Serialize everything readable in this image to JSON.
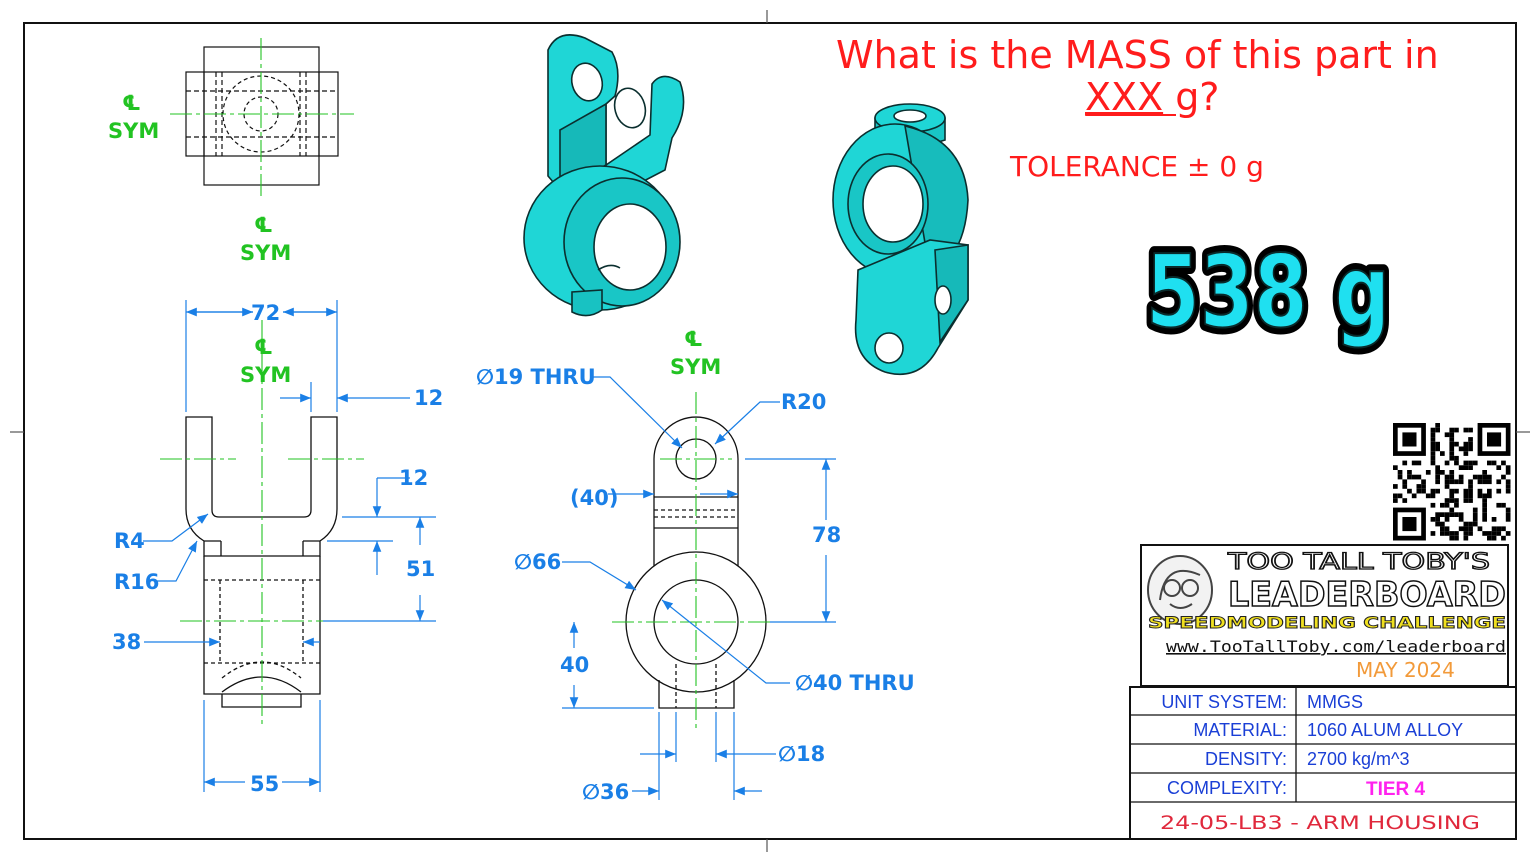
{
  "question": {
    "line1": "What is the MASS of this part in",
    "line2_underlined": "XXX",
    "line2_rest": " g?",
    "tolerance": "TOLERANCE ± 0 g"
  },
  "answer": "538 g",
  "centerline": {
    "symbol": "℄",
    "label": "SYM"
  },
  "dimensions": {
    "d72": "72",
    "d12_top": "12",
    "d12_mid": "12",
    "d51": "51",
    "d38": "38",
    "d55": "55",
    "r4": "R4",
    "r16": "R16",
    "hole19": "∅19 THRU",
    "r20": "R20",
    "d40_ref": "(40)",
    "d78": "78",
    "dia66": "∅66",
    "d40": "40",
    "hole40": "∅40 THRU",
    "dia18": "∅18",
    "dia36": "∅36"
  },
  "logo": {
    "line1": "TOO TALL TOBY'S",
    "line2": "LEADERBOARD",
    "line3": "SPEEDMODELING CHALLENGE",
    "url": "www.TooTallToby.com/leaderboard",
    "date": "MAY 2024"
  },
  "title_block": {
    "rows": [
      {
        "label": "UNIT SYSTEM:",
        "value": "MMGS"
      },
      {
        "label": "MATERIAL:",
        "value": "1060 ALUM ALLOY"
      },
      {
        "label": "DENSITY:",
        "value": "2700 kg/m^3"
      },
      {
        "label": "COMPLEXITY:",
        "value": "TIER 4"
      }
    ],
    "drawing_code": "24-05-LB3 - ARM HOUSING"
  },
  "colors": {
    "dimension": "#1a7fe6",
    "centerline": "#22c322",
    "question": "#ff1c1c",
    "part": "#1fd6d6",
    "tier": "#ff22ee"
  }
}
